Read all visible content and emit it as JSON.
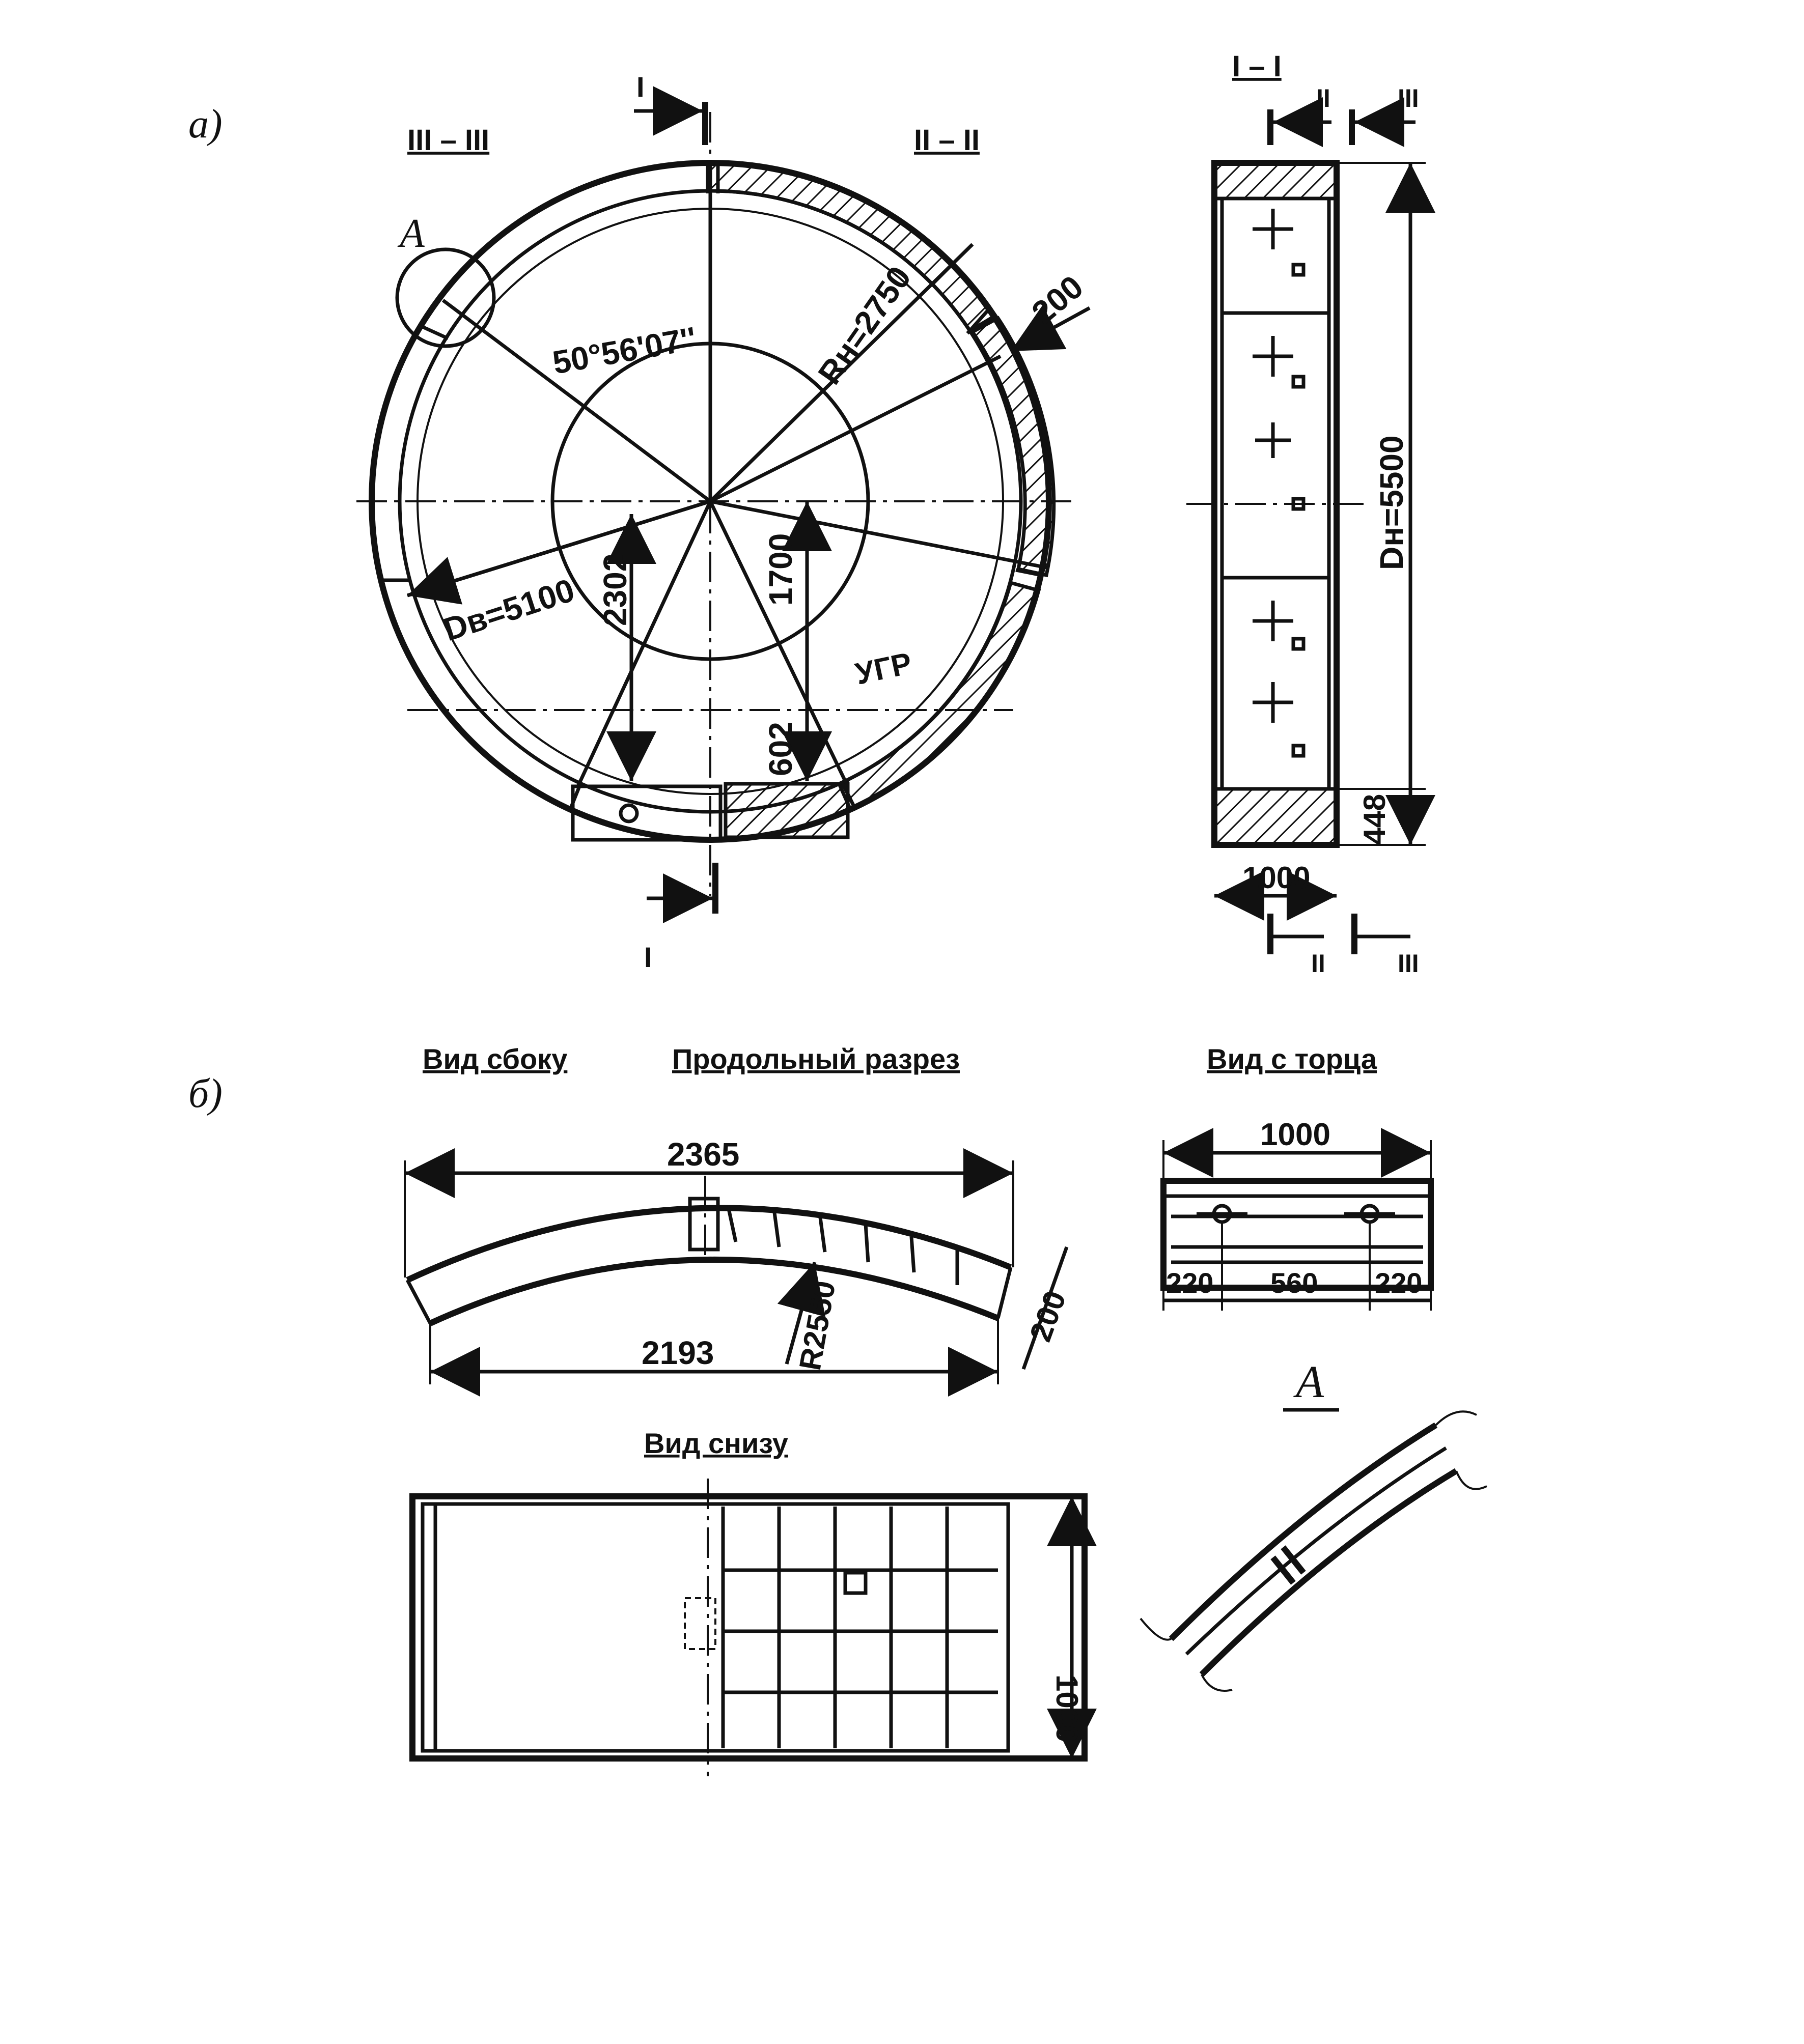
{
  "view_a": {
    "panel_label": "а)",
    "section_I": "I",
    "section_I_I": "I – I",
    "section_II": "II",
    "section_III": "III",
    "section_II_II": "II – II",
    "section_III_III": "III – III",
    "node_label": "A",
    "angle_label": "50°56'07''",
    "outer_radius_label": "Rн=2750",
    "thickness_label": "200",
    "inner_diameter_label": "Dв=5100",
    "dim_2302": "2302",
    "dim_1700": "1700",
    "dim_602": "602",
    "ugr_label": "УГР",
    "outer_diameter_label": "Dн=5500",
    "dim_448": "448",
    "width_label": "1000"
  },
  "view_b": {
    "panel_label": "б)",
    "side_view_title": "Вид сбоку",
    "long_section_title": "Продольный разрез",
    "end_view_title": "Вид с торца",
    "bottom_view_title": "Вид снизу",
    "dim_2365": "2365",
    "dim_2193": "2193",
    "dim_R2550": "R2550",
    "dim_200": "200",
    "end_width": "1000",
    "end_dim_left": "220",
    "end_dim_mid": "560",
    "end_dim_right": "220",
    "bottom_width": "1000",
    "detail_label": "A"
  }
}
